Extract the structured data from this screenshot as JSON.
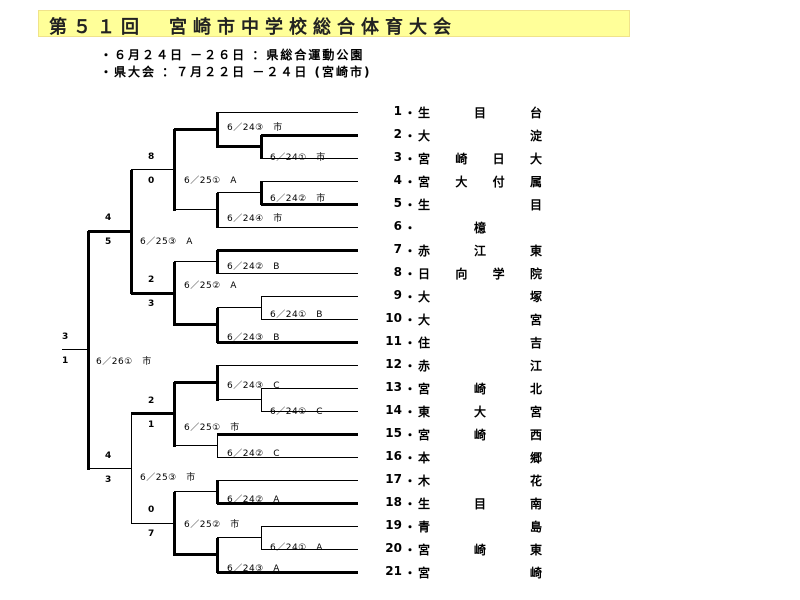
{
  "title": "第５１回　宮崎市中学校総合体育大会",
  "info": [
    "・６月２４日 －２６日 ：県総合運動公園",
    "・県大会 ：７月２２日 －２４日 (宮崎市)"
  ],
  "teams": [
    {
      "seed": "1",
      "name": "生目台"
    },
    {
      "seed": "2",
      "name": "大淀"
    },
    {
      "seed": "3",
      "name": "宮崎日大"
    },
    {
      "seed": "4",
      "name": "宮大付属"
    },
    {
      "seed": "5",
      "name": "生目"
    },
    {
      "seed": "6",
      "name": "檍"
    },
    {
      "seed": "7",
      "name": "赤江東"
    },
    {
      "seed": "8",
      "name": "日向学院"
    },
    {
      "seed": "9",
      "name": "大塚"
    },
    {
      "seed": "10",
      "name": "大宮"
    },
    {
      "seed": "11",
      "name": "住吉"
    },
    {
      "seed": "12",
      "name": "赤江"
    },
    {
      "seed": "13",
      "name": "宮崎北"
    },
    {
      "seed": "14",
      "name": "東大宮"
    },
    {
      "seed": "15",
      "name": "宮崎西"
    },
    {
      "seed": "16",
      "name": "本郷"
    },
    {
      "seed": "17",
      "name": "木花"
    },
    {
      "seed": "18",
      "name": "生目南"
    },
    {
      "seed": "19",
      "name": "青島"
    },
    {
      "seed": "20",
      "name": "宮崎東"
    },
    {
      "seed": "21",
      "name": "宮崎"
    }
  ],
  "match_labels": {
    "m_r1_1": "6／24③　市",
    "m_r1_2": "6／24①　市",
    "m_r1_3": "6／24②　市",
    "m_r1_4": "6／24④　市",
    "m_r1_5": "6／24②　B",
    "m_r1_6": "6／24①　B",
    "m_r1_7": "6／24③　B",
    "m_r1_8": "6／24③　C",
    "m_r1_9": "6／24①　C",
    "m_r1_10": "6／24②　C",
    "m_r1_11": "6／24②　A",
    "m_r1_12": "6／24①　A",
    "m_r1_13": "6／24③　A",
    "m_qf_1": "6／25①　A",
    "m_qf_2": "6／25②　A",
    "m_qf_3": "6／25①　市",
    "m_qf_4": "6／25②　市",
    "m_sf_1": "6／25③　A",
    "m_sf_2": "6／25③　市",
    "m_final": "6／26①　市"
  },
  "scores": {
    "qf1_top": "8",
    "qf1_bottom": "0",
    "qf2_top": "2",
    "qf2_bottom": "3",
    "qf3_top": "2",
    "qf3_bottom": "1",
    "qf4_top": "0",
    "qf4_bottom": "7",
    "sf1_top": "4",
    "sf1_bottom": "5",
    "sf2_top": "4",
    "sf2_bottom": "3",
    "final_top": "3",
    "final_bottom": "1"
  }
}
